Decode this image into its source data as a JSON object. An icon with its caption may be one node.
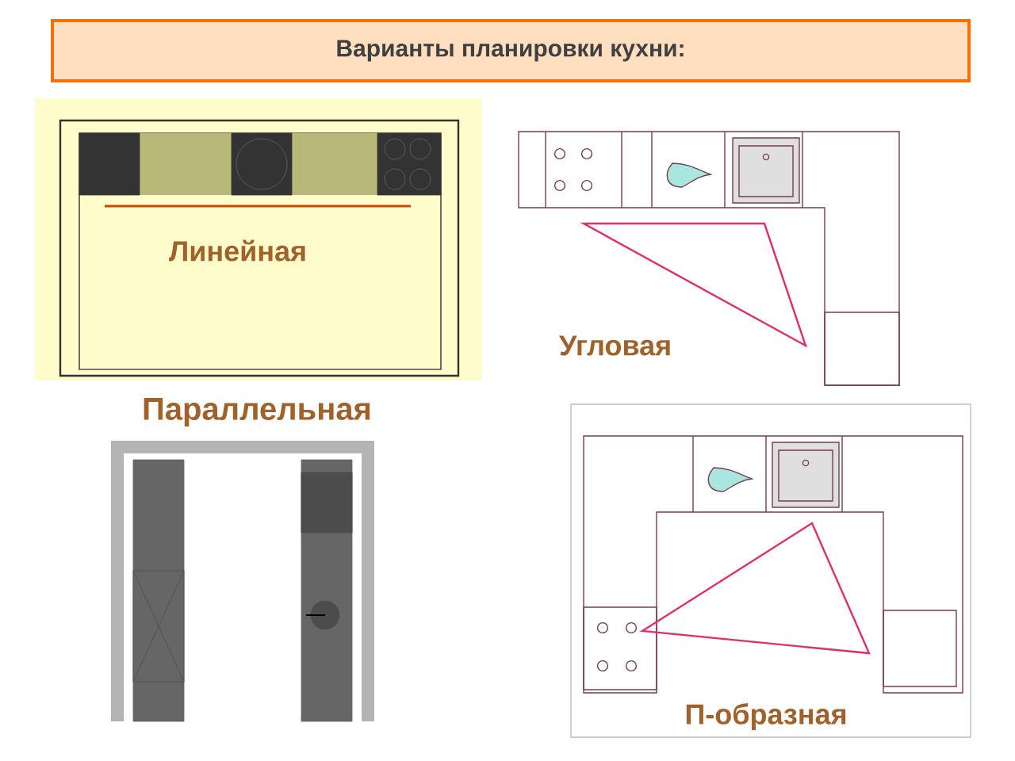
{
  "diagram": {
    "title": "Варианты планировки кухни:",
    "labels": [
      "Линейная",
      "Угловая",
      "Параллельная",
      "П-образная"
    ]
  }
}
